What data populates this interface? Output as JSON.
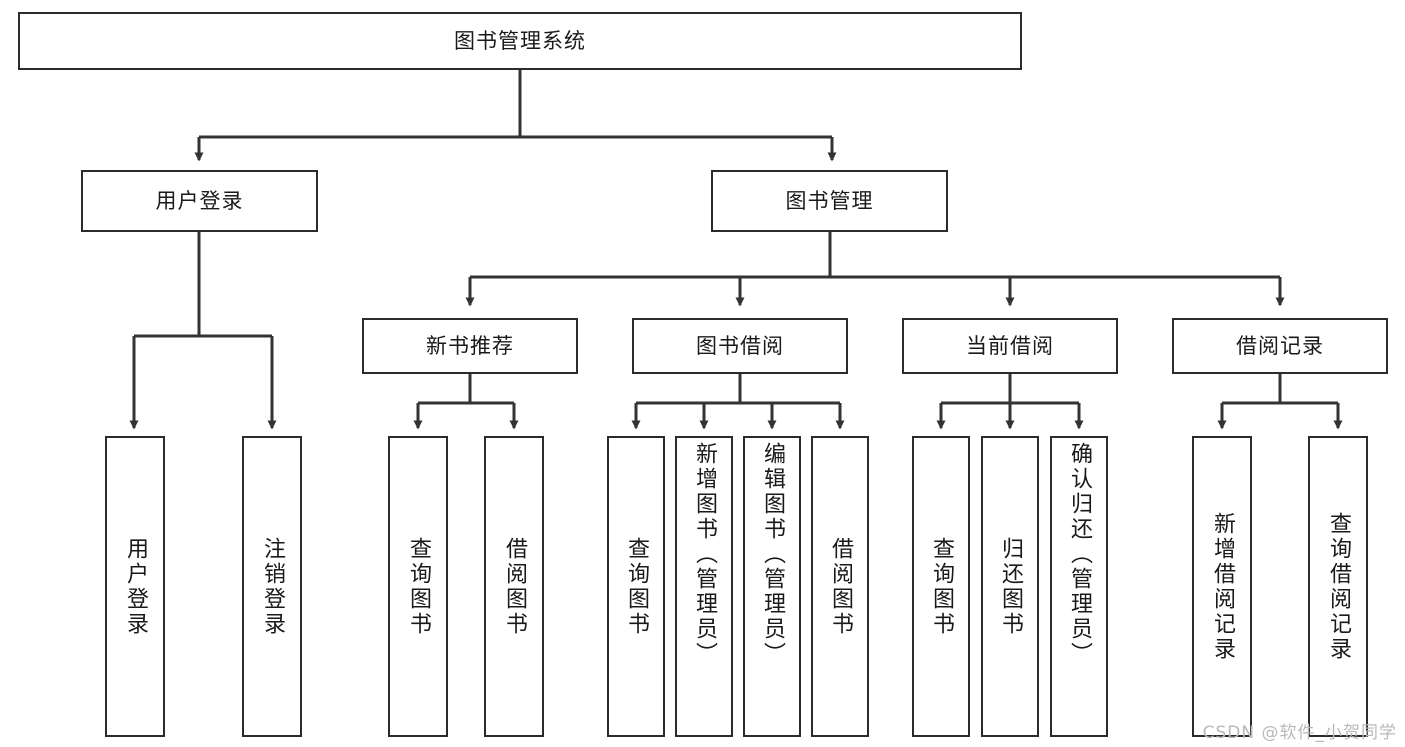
{
  "diagram": {
    "type": "tree-hierarchy-chart",
    "title_text": "图书管理系统",
    "colors": {
      "box_border": "#2b2b2b",
      "box_fill": "#ffffff",
      "connector": "#333333",
      "text": "#1a1a1a",
      "watermark": "#b9b9b9"
    },
    "root": {
      "id": "root",
      "label": "图书管理系统"
    },
    "level2": [
      {
        "id": "user-login",
        "label": "用户登录"
      },
      {
        "id": "book-manage",
        "label": "图书管理"
      }
    ],
    "level3": [
      {
        "id": "new-book-recommend",
        "label": "新书推荐"
      },
      {
        "id": "book-borrow",
        "label": "图书借阅"
      },
      {
        "id": "current-borrow",
        "label": "当前借阅"
      },
      {
        "id": "borrow-record",
        "label": "借阅记录"
      }
    ],
    "leaves": {
      "user_login": [
        {
          "id": "leaf-user-login",
          "label": "用户登录"
        },
        {
          "id": "leaf-logout",
          "label": "注销登录"
        }
      ],
      "new_book_recommend": [
        {
          "id": "leaf-query-book-1",
          "label": "查询图书"
        },
        {
          "id": "leaf-borrow-book-1",
          "label": "借阅图书"
        }
      ],
      "book_borrow": [
        {
          "id": "leaf-query-book-2",
          "label": "查询图书"
        },
        {
          "id": "leaf-add-book-admin",
          "label": "新增图书（管理员）"
        },
        {
          "id": "leaf-edit-book-admin",
          "label": "编辑图书（管理员）"
        },
        {
          "id": "leaf-borrow-book-2",
          "label": "借阅图书"
        }
      ],
      "current_borrow": [
        {
          "id": "leaf-query-book-3",
          "label": "查询图书"
        },
        {
          "id": "leaf-return-book",
          "label": "归还图书"
        },
        {
          "id": "leaf-confirm-return-admin",
          "label": "确认归还（管理员）"
        }
      ],
      "borrow_record": [
        {
          "id": "leaf-add-borrow-record",
          "label": "新增借阅记录"
        },
        {
          "id": "leaf-query-borrow-record",
          "label": "查询借阅记录"
        }
      ]
    }
  },
  "watermark": {
    "text": "CSDN @软件_小贺同学"
  }
}
